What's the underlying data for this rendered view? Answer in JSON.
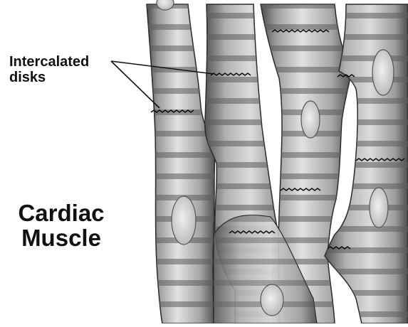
{
  "labels": {
    "intercalated_line1": "Intercalated",
    "intercalated_line2": "disks",
    "title_line1": "Cardiac",
    "title_line2": "Muscle"
  },
  "colors": {
    "fiber_mid": "#a3a3a3",
    "fiber_light": "#dedede",
    "fiber_dark": "#4a4a4a",
    "band": "#606060",
    "outline": "#2a2a2a",
    "label_text": "#111111"
  }
}
